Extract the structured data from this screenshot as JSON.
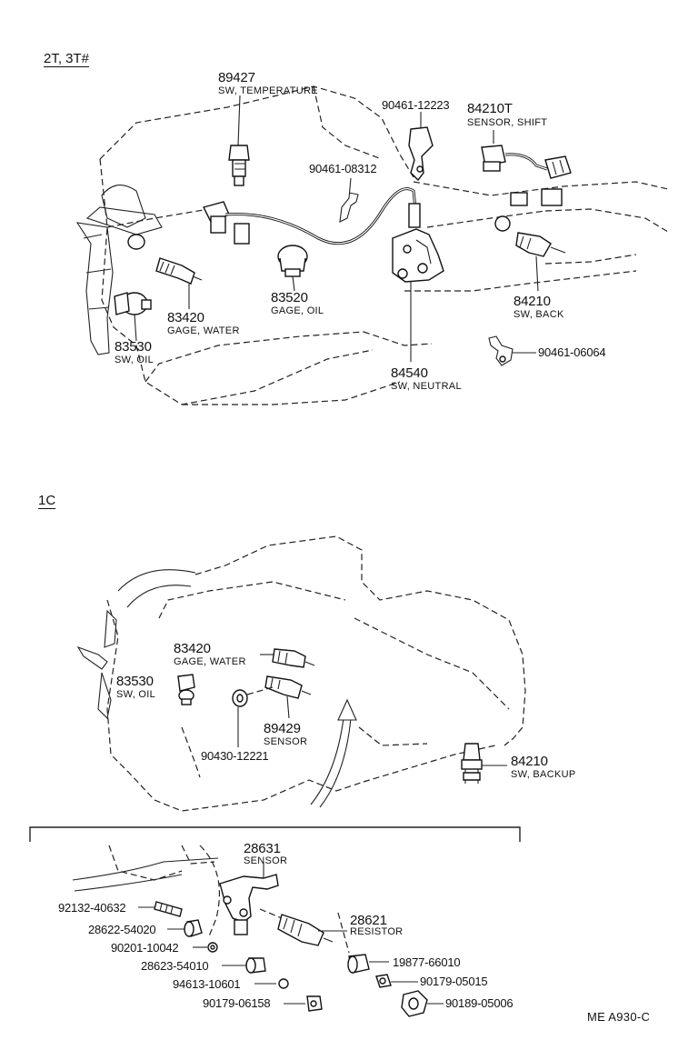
{
  "sections": {
    "top": "2T, 3T#",
    "bottom": "1C"
  },
  "parts": {
    "p89427": {
      "num": "89427",
      "desc": "SW, TEMPERATURE"
    },
    "p90461_12223": {
      "num": "90461-12223"
    },
    "p84210T": {
      "num": "84210T",
      "desc": "SENSOR, SHIFT"
    },
    "p90461_08312": {
      "num": "90461-08312"
    },
    "p83520": {
      "num": "83520",
      "desc": "GAGE, OIL"
    },
    "p83420_a": {
      "num": "83420",
      "desc": "GAGE, WATER"
    },
    "p83530_a": {
      "num": "83530",
      "desc": "SW, OIL"
    },
    "p84210_a": {
      "num": "84210",
      "desc": "SW, BACK"
    },
    "p90461_06064": {
      "num": "90461-06064"
    },
    "p84540": {
      "num": "84540",
      "desc": "SW, NEUTRAL"
    },
    "p83420_b": {
      "num": "83420",
      "desc": "GAGE, WATER"
    },
    "p83530_b": {
      "num": "83530",
      "desc": "SW, OIL"
    },
    "p89429": {
      "num": "89429",
      "desc": "SENSOR"
    },
    "p90430_12221": {
      "num": "90430-12221"
    },
    "p84210_b": {
      "num": "84210",
      "desc": "SW, BACKUP"
    },
    "p28631": {
      "num": "28631",
      "desc": "SENSOR"
    },
    "p28621": {
      "num": "28621",
      "desc": "RESISTOR"
    },
    "p92132_40632": {
      "num": "92132-40632"
    },
    "p28622_54020": {
      "num": "28622-54020"
    },
    "p90201_10042": {
      "num": "90201-10042"
    },
    "p28623_54010": {
      "num": "28623-54010"
    },
    "p94613_10601": {
      "num": "94613-10601"
    },
    "p90179_06158": {
      "num": "90179-06158"
    },
    "p19877_66010": {
      "num": "19877-66010"
    },
    "p90179_05015": {
      "num": "90179-05015"
    },
    "p90189_05006": {
      "num": "90189-05006"
    }
  },
  "footer": {
    "code": "ME  A930-C"
  }
}
